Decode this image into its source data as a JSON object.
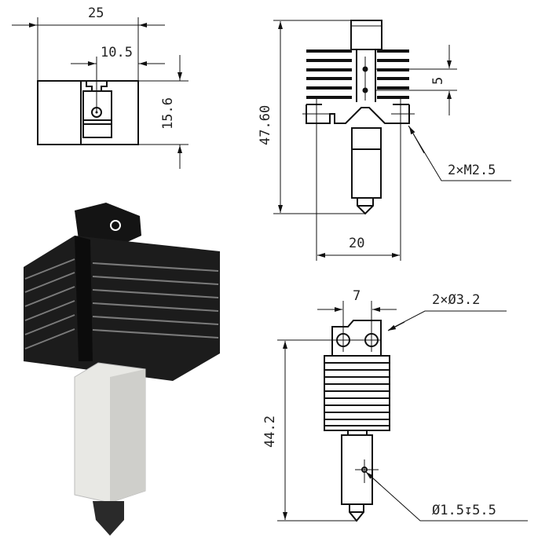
{
  "top_view": {
    "width": "25",
    "slot_offset": "10.5",
    "height": "15.6"
  },
  "front_view": {
    "total_height": "47.60",
    "hole_pitch": "5",
    "mount_spacing": "20",
    "mount_threads": "2×M2.5"
  },
  "side_view": {
    "hole_spacing": "7",
    "mount_holes": "2×Ø3.2",
    "total_height": "44.2",
    "sensor_hole": "Ø1.5↧5.5"
  },
  "colors": {
    "line": "#111111",
    "heatsink": "#1e1e1e",
    "heater": "#e8e8e4"
  }
}
